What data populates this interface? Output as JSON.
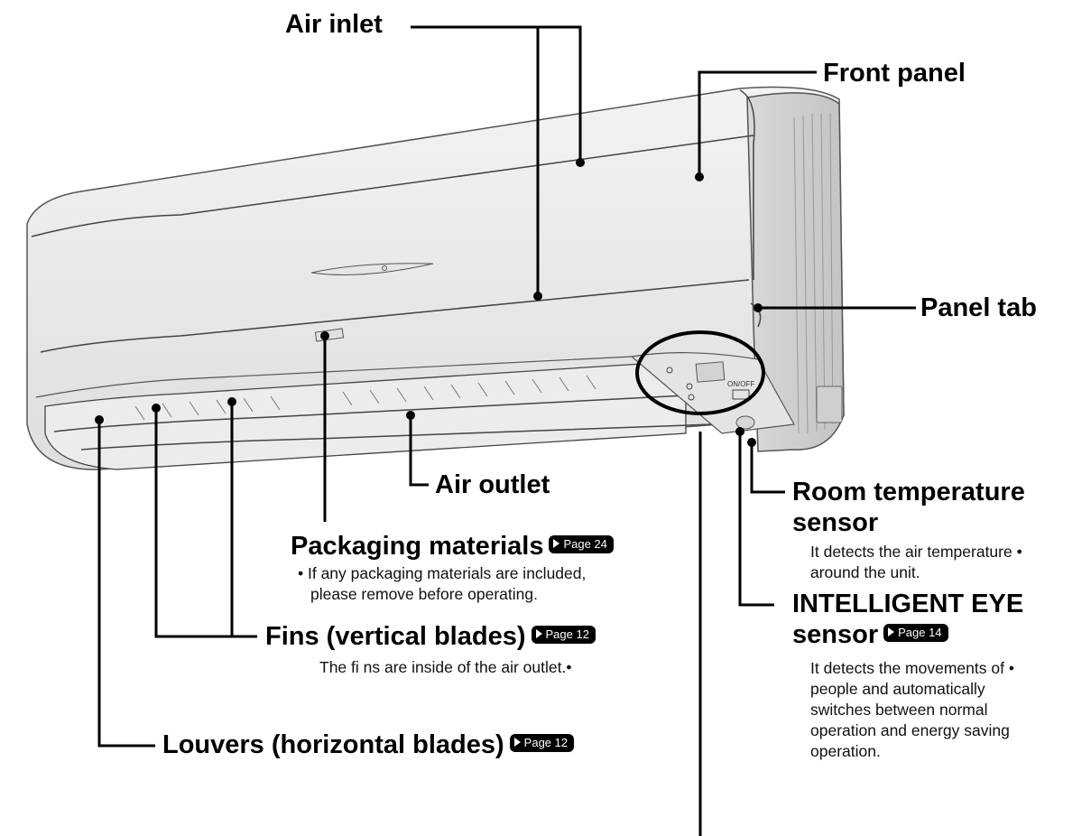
{
  "labels": {
    "air_inlet": "Air inlet",
    "front_panel": "Front panel",
    "panel_tab": "Panel tab",
    "air_outlet": "Air outlet",
    "room_temp_line1": "Room temperature",
    "room_temp_line2": "sensor",
    "room_temp_note_line1": "It detects the air temperature •",
    "room_temp_note_line2": "around the unit.",
    "packaging": "Packaging materials",
    "packaging_page": "Page 24",
    "packaging_note_line1": "• If any packaging materials are included,",
    "packaging_note_line2": "please remove before operating.",
    "eye_line1": "INTELLIGENT EYE",
    "eye_line2": "sensor",
    "eye_page": "Page 14",
    "eye_note_line1": "It detects the movements of •",
    "eye_note_line2": "people and automatically",
    "eye_note_line3": "switches between normal",
    "eye_note_line4": "operation and energy saving",
    "eye_note_line5": "operation.",
    "fins": "Fins (vertical blades)",
    "fins_page": "Page 12",
    "fins_note": "The fi ns are inside of the air outlet.•",
    "louvers": "Louvers (horizontal blades)",
    "louvers_page": "Page 12",
    "on_off": "ON/OFF"
  }
}
